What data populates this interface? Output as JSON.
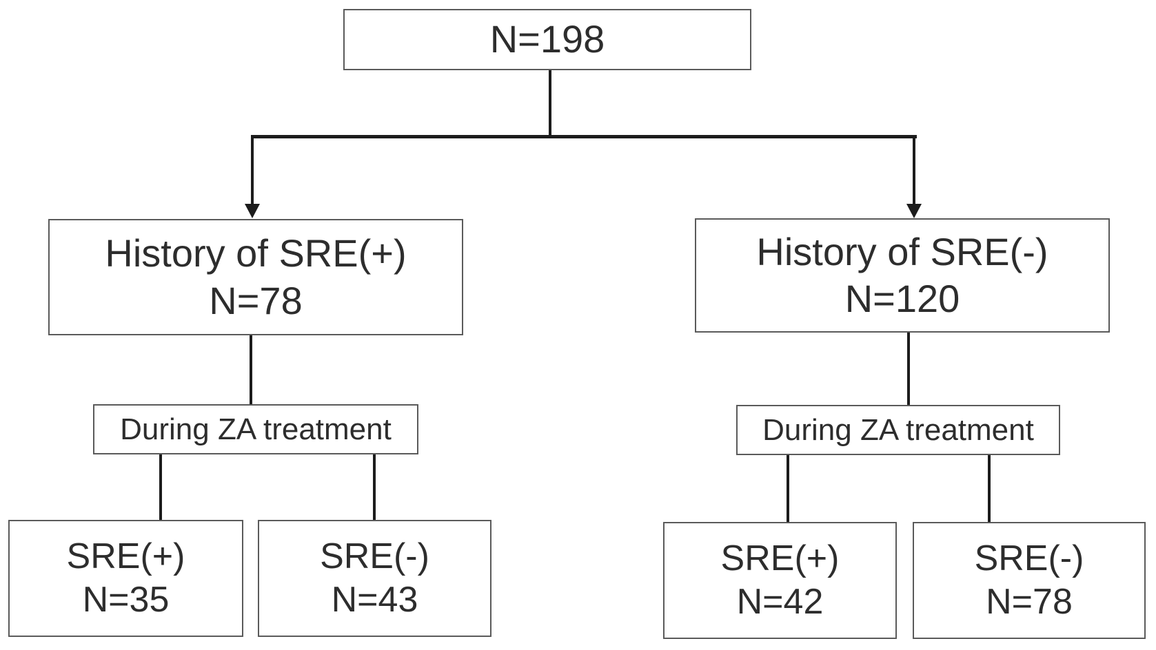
{
  "diagram": {
    "type": "flowchart",
    "background": "#ffffff",
    "colors": {
      "box_border": "#5a5a5a",
      "connector": "#1c1c1c",
      "text": "#2d2d2d"
    },
    "nodes": {
      "root": {
        "label": "N=198"
      },
      "hist_pos": {
        "line1": "History of SRE(+)",
        "line2": "N=78"
      },
      "hist_neg": {
        "line1": "History of SRE(-)",
        "line2": "N=120"
      },
      "za_left": {
        "label": "During ZA treatment"
      },
      "za_right": {
        "label": "During ZA treatment"
      },
      "sre_pos_pos": {
        "line1": "SRE(+)",
        "line2": "N=35"
      },
      "sre_pos_neg": {
        "line1": "SRE(-)",
        "line2": "N=43"
      },
      "sre_neg_pos": {
        "line1": "SRE(+)",
        "line2": "N=42"
      },
      "sre_neg_neg": {
        "line1": "SRE(-)",
        "line2": "N=78"
      }
    },
    "edges": [
      {
        "from": "root",
        "to": "hist_pos",
        "arrowhead": true
      },
      {
        "from": "root",
        "to": "hist_neg",
        "arrowhead": true
      },
      {
        "from": "hist_pos",
        "to": "za_left",
        "arrowhead": false
      },
      {
        "from": "hist_neg",
        "to": "za_right",
        "arrowhead": false
      },
      {
        "from": "za_left",
        "to": "sre_pos_pos",
        "arrowhead": false
      },
      {
        "from": "za_left",
        "to": "sre_pos_neg",
        "arrowhead": false
      },
      {
        "from": "za_right",
        "to": "sre_neg_pos",
        "arrowhead": false
      },
      {
        "from": "za_right",
        "to": "sre_neg_neg",
        "arrowhead": false
      }
    ]
  }
}
